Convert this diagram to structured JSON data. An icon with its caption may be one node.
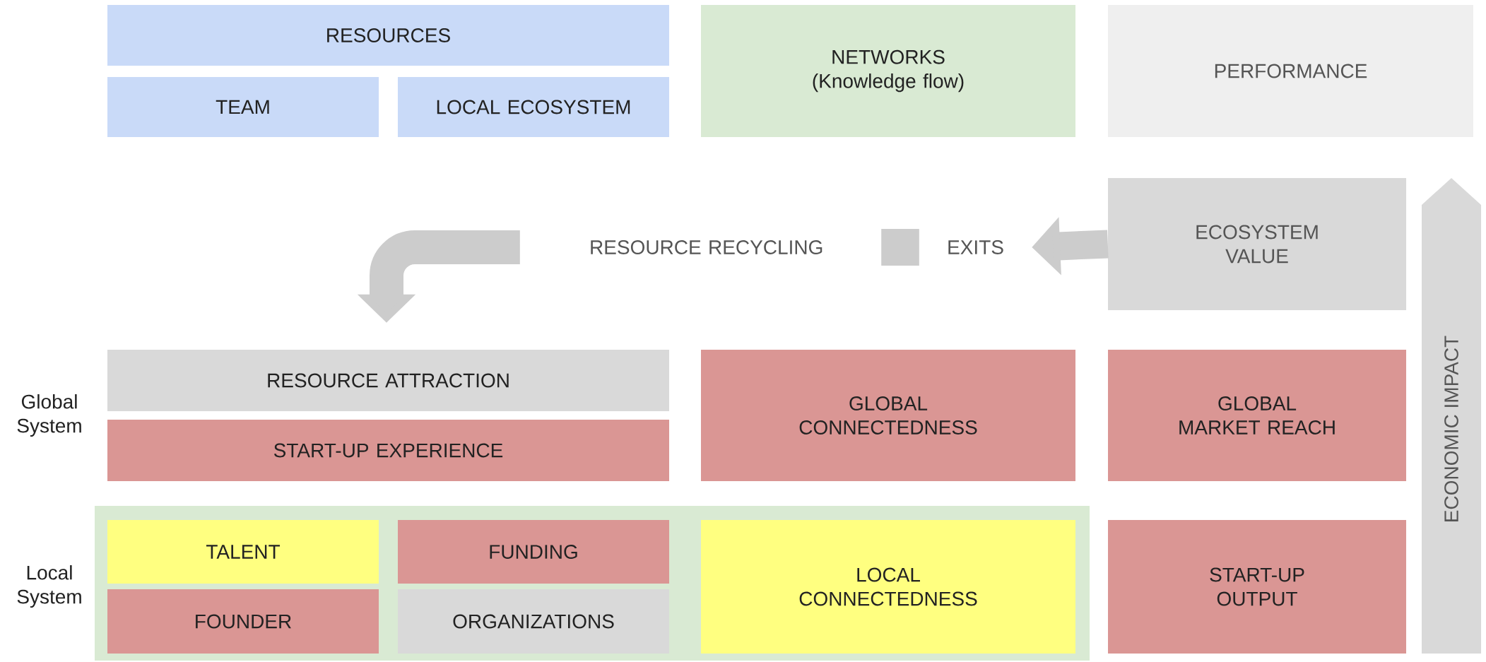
{
  "diagram": {
    "nodes": [
      {
        "text": [
          "RESOURCES"
        ]
      },
      {
        "text": [
          "TEAM"
        ]
      },
      {
        "text": [
          "LOCAL ECOSYSTEM"
        ]
      },
      {
        "text": [
          "NETWORKS (Knowledge flow)"
        ]
      },
      {
        "text": [
          "PERFORMANCE"
        ]
      },
      {
        "text": [
          "ECOSYSTEM VALUE"
        ]
      },
      {
        "text": [
          "RESOURCE RECYCLING"
        ]
      },
      {
        "text": [
          "EXITS"
        ]
      },
      {
        "text": [
          "RESOURCE ATTRACTION"
        ]
      },
      {
        "text": [
          "START-UP EXPERIENCE"
        ]
      },
      {
        "text": [
          "GLOBAL CONNECTEDNESS"
        ]
      },
      {
        "text": [
          "GLOBAL MARKET REACH"
        ]
      },
      {
        "text": [],
        "shape": "box"
      },
      {
        "text": [
          "TALENT"
        ],
        "in": 12
      },
      {
        "text": [
          "FOUNDER"
        ],
        "in": 12
      },
      {
        "text": [
          "FUNDING"
        ],
        "in": 12
      },
      {
        "text": [
          "ORGANIZATIONS"
        ],
        "in": 12
      },
      {
        "text": [
          "LOCAL CONNECTEDNESS"
        ],
        "in": 12
      },
      {
        "text": [
          "START-UP OUTPUT"
        ]
      },
      {
        "text": [
          "ECONOMIC IMPACT"
        ]
      }
    ],
    "edges": [
      {
        "from": 5,
        "to": 7,
        "arrow": "to"
      },
      {
        "from": 7,
        "to": 6,
        "arrow": "none"
      },
      {
        "from": 6,
        "to": 8,
        "arrow": "to"
      }
    ],
    "labels": [
      "Global System",
      "Local System"
    ]
  }
}
